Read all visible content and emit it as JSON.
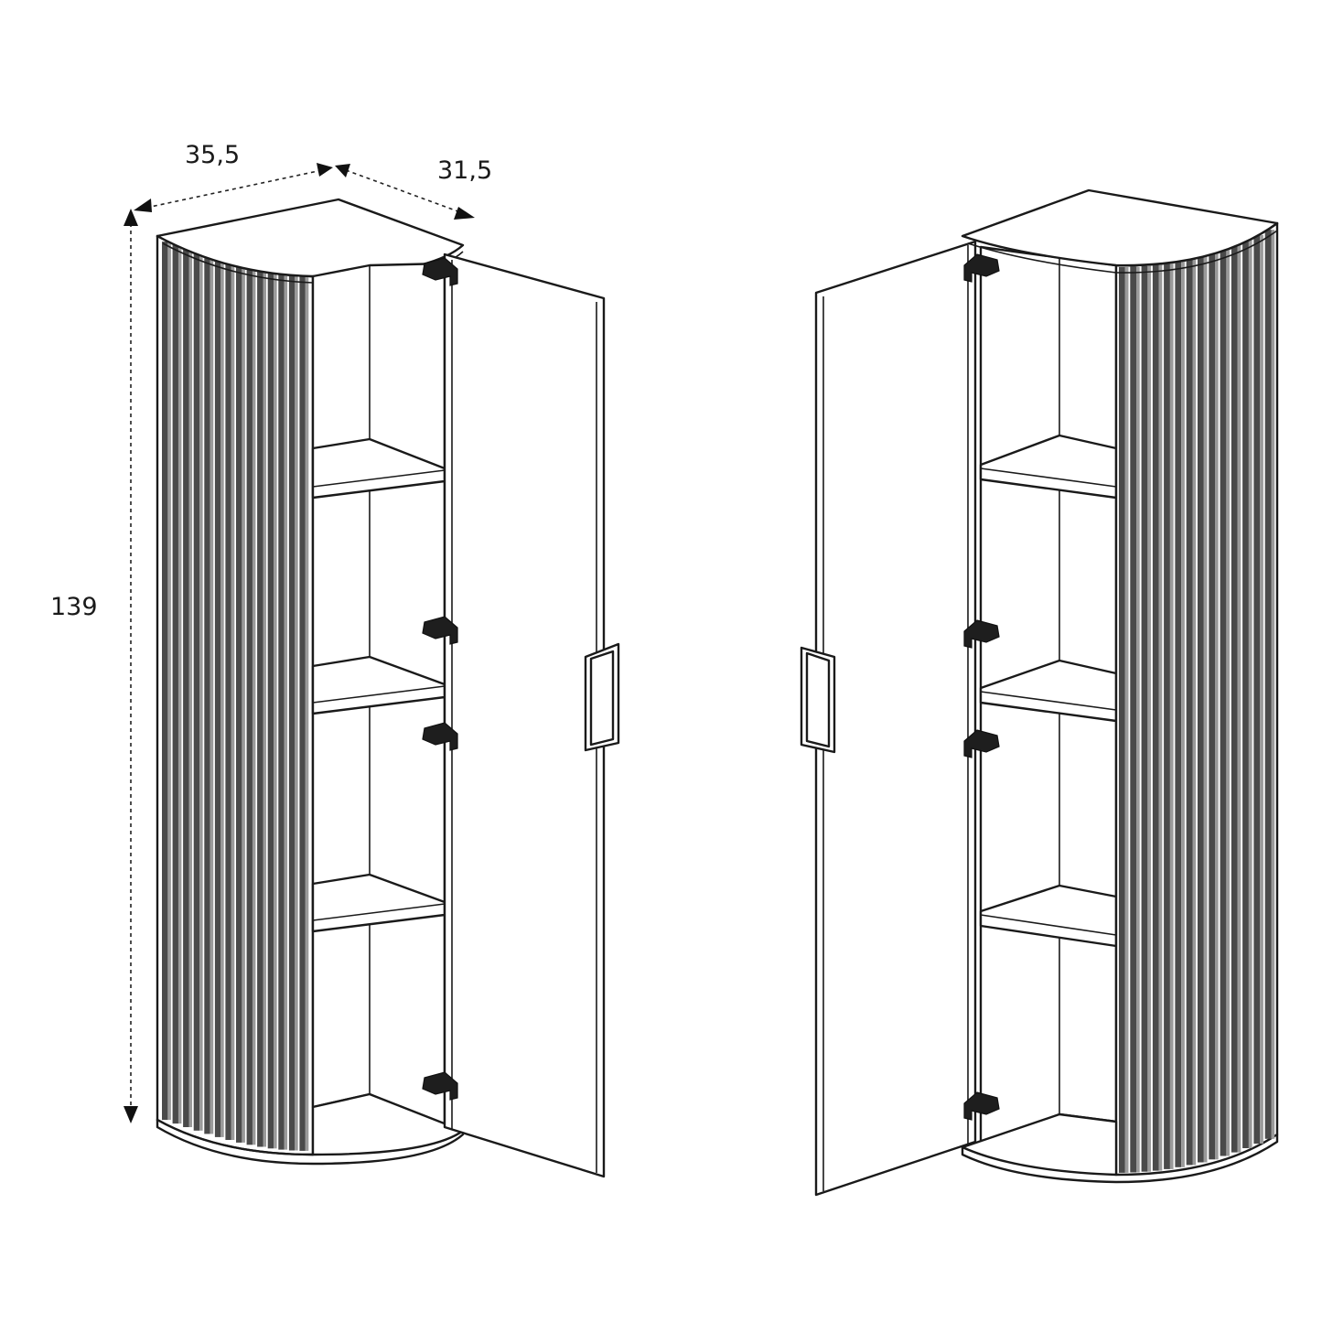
{
  "dimensions": {
    "width_label": "35,5",
    "depth_label": "31,5",
    "height_label": "139"
  },
  "views": [
    {
      "id": "left-view",
      "door_side": "right",
      "shelves": 3,
      "hinges": 4,
      "flutes": 14
    },
    {
      "id": "right-view",
      "door_side": "left",
      "shelves": 3,
      "hinges": 4,
      "flutes": 14
    }
  ],
  "colors": {
    "line": "#1a1a1a",
    "flute_dark": "#4a4a4a",
    "flute_light": "#9a9a9a",
    "background": "#ffffff"
  }
}
